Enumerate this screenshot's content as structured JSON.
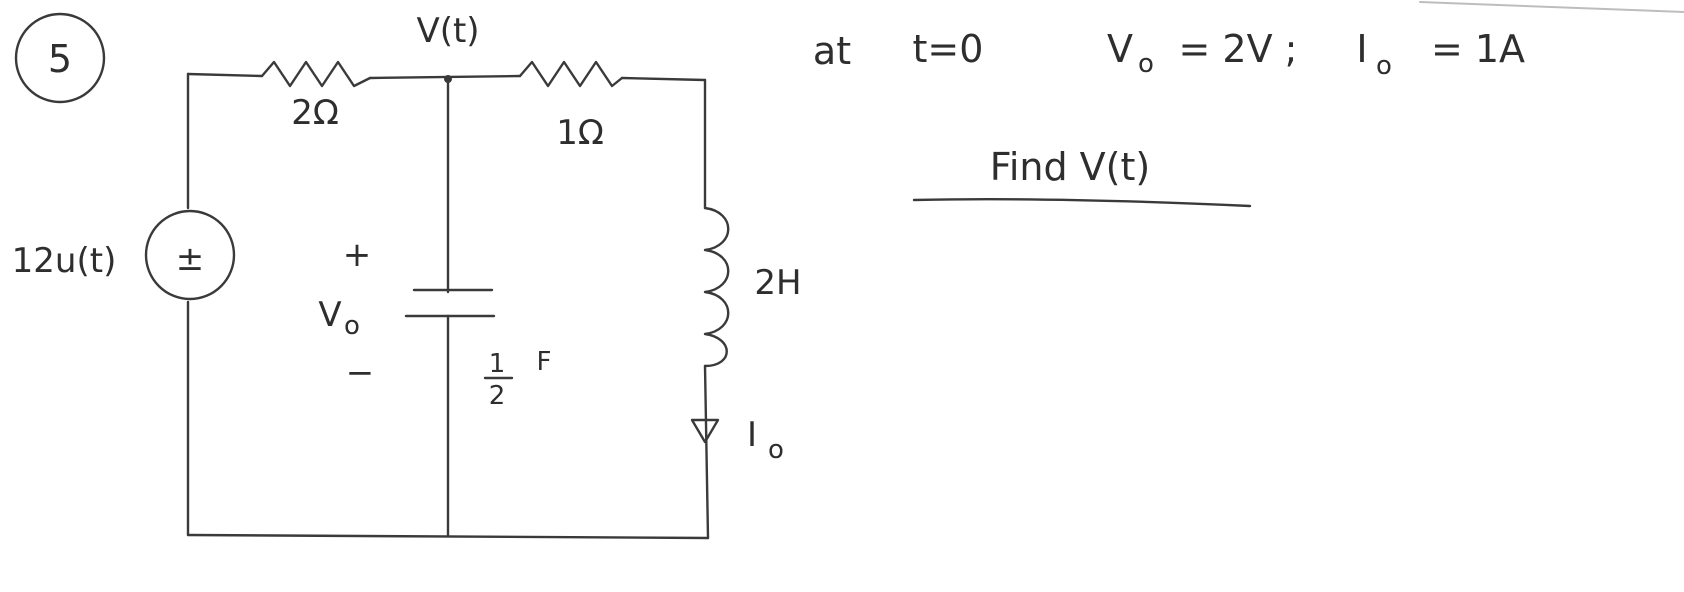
{
  "problem": {
    "number": "5",
    "title_label": "V(t)",
    "instruction": "Find V(t)"
  },
  "conditions": {
    "at_label": "at",
    "t_equals": "t=0",
    "v0_text": "V",
    "v0_sub": "o",
    "v0_value": "= 2V ;",
    "i0_text": "I",
    "i0_sub": "o",
    "i0_value": "= 1A"
  },
  "circuit": {
    "source": {
      "label": "12u(t)",
      "symbol": "±"
    },
    "r1": {
      "label": "2Ω"
    },
    "r2": {
      "label": "1Ω"
    },
    "capacitor": {
      "num": "1",
      "den": "2",
      "unit": "F",
      "v_label": "V",
      "v_sub": "o",
      "plus": "+",
      "minus": "−"
    },
    "inductor": {
      "label": "2H"
    },
    "current": {
      "label": "I",
      "sub": "o"
    }
  },
  "colors": {
    "ink": "#2e2e2e",
    "background": "#ffffff"
  }
}
